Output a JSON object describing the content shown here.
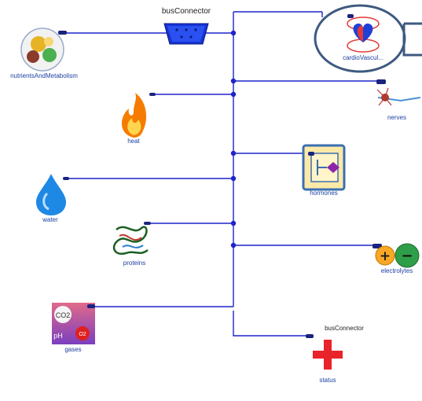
{
  "diagram": {
    "bus_label_top": "busConnector",
    "bus_label_bottom": "busConnector",
    "components": {
      "nutrients": "nutrientsAndMetabolism",
      "cardio": "cardioVascul...",
      "nerves": "nerves",
      "heat": "heat",
      "hormones": "hormones",
      "water": "water",
      "proteins": "proteins",
      "electrolytes": "electrolytes",
      "gases": "gases",
      "status": "status"
    },
    "gases_icon": {
      "co2": "CO2",
      "o2": "O2",
      "ph": "pH"
    },
    "electrolytes_icon": {
      "plus": "+",
      "minus": "−"
    },
    "colors": {
      "bus_line": "#1f23c9",
      "highlight_ring": "#3d5a80",
      "connector_blue": "#1533d6",
      "status_red": "#e8232a"
    }
  }
}
